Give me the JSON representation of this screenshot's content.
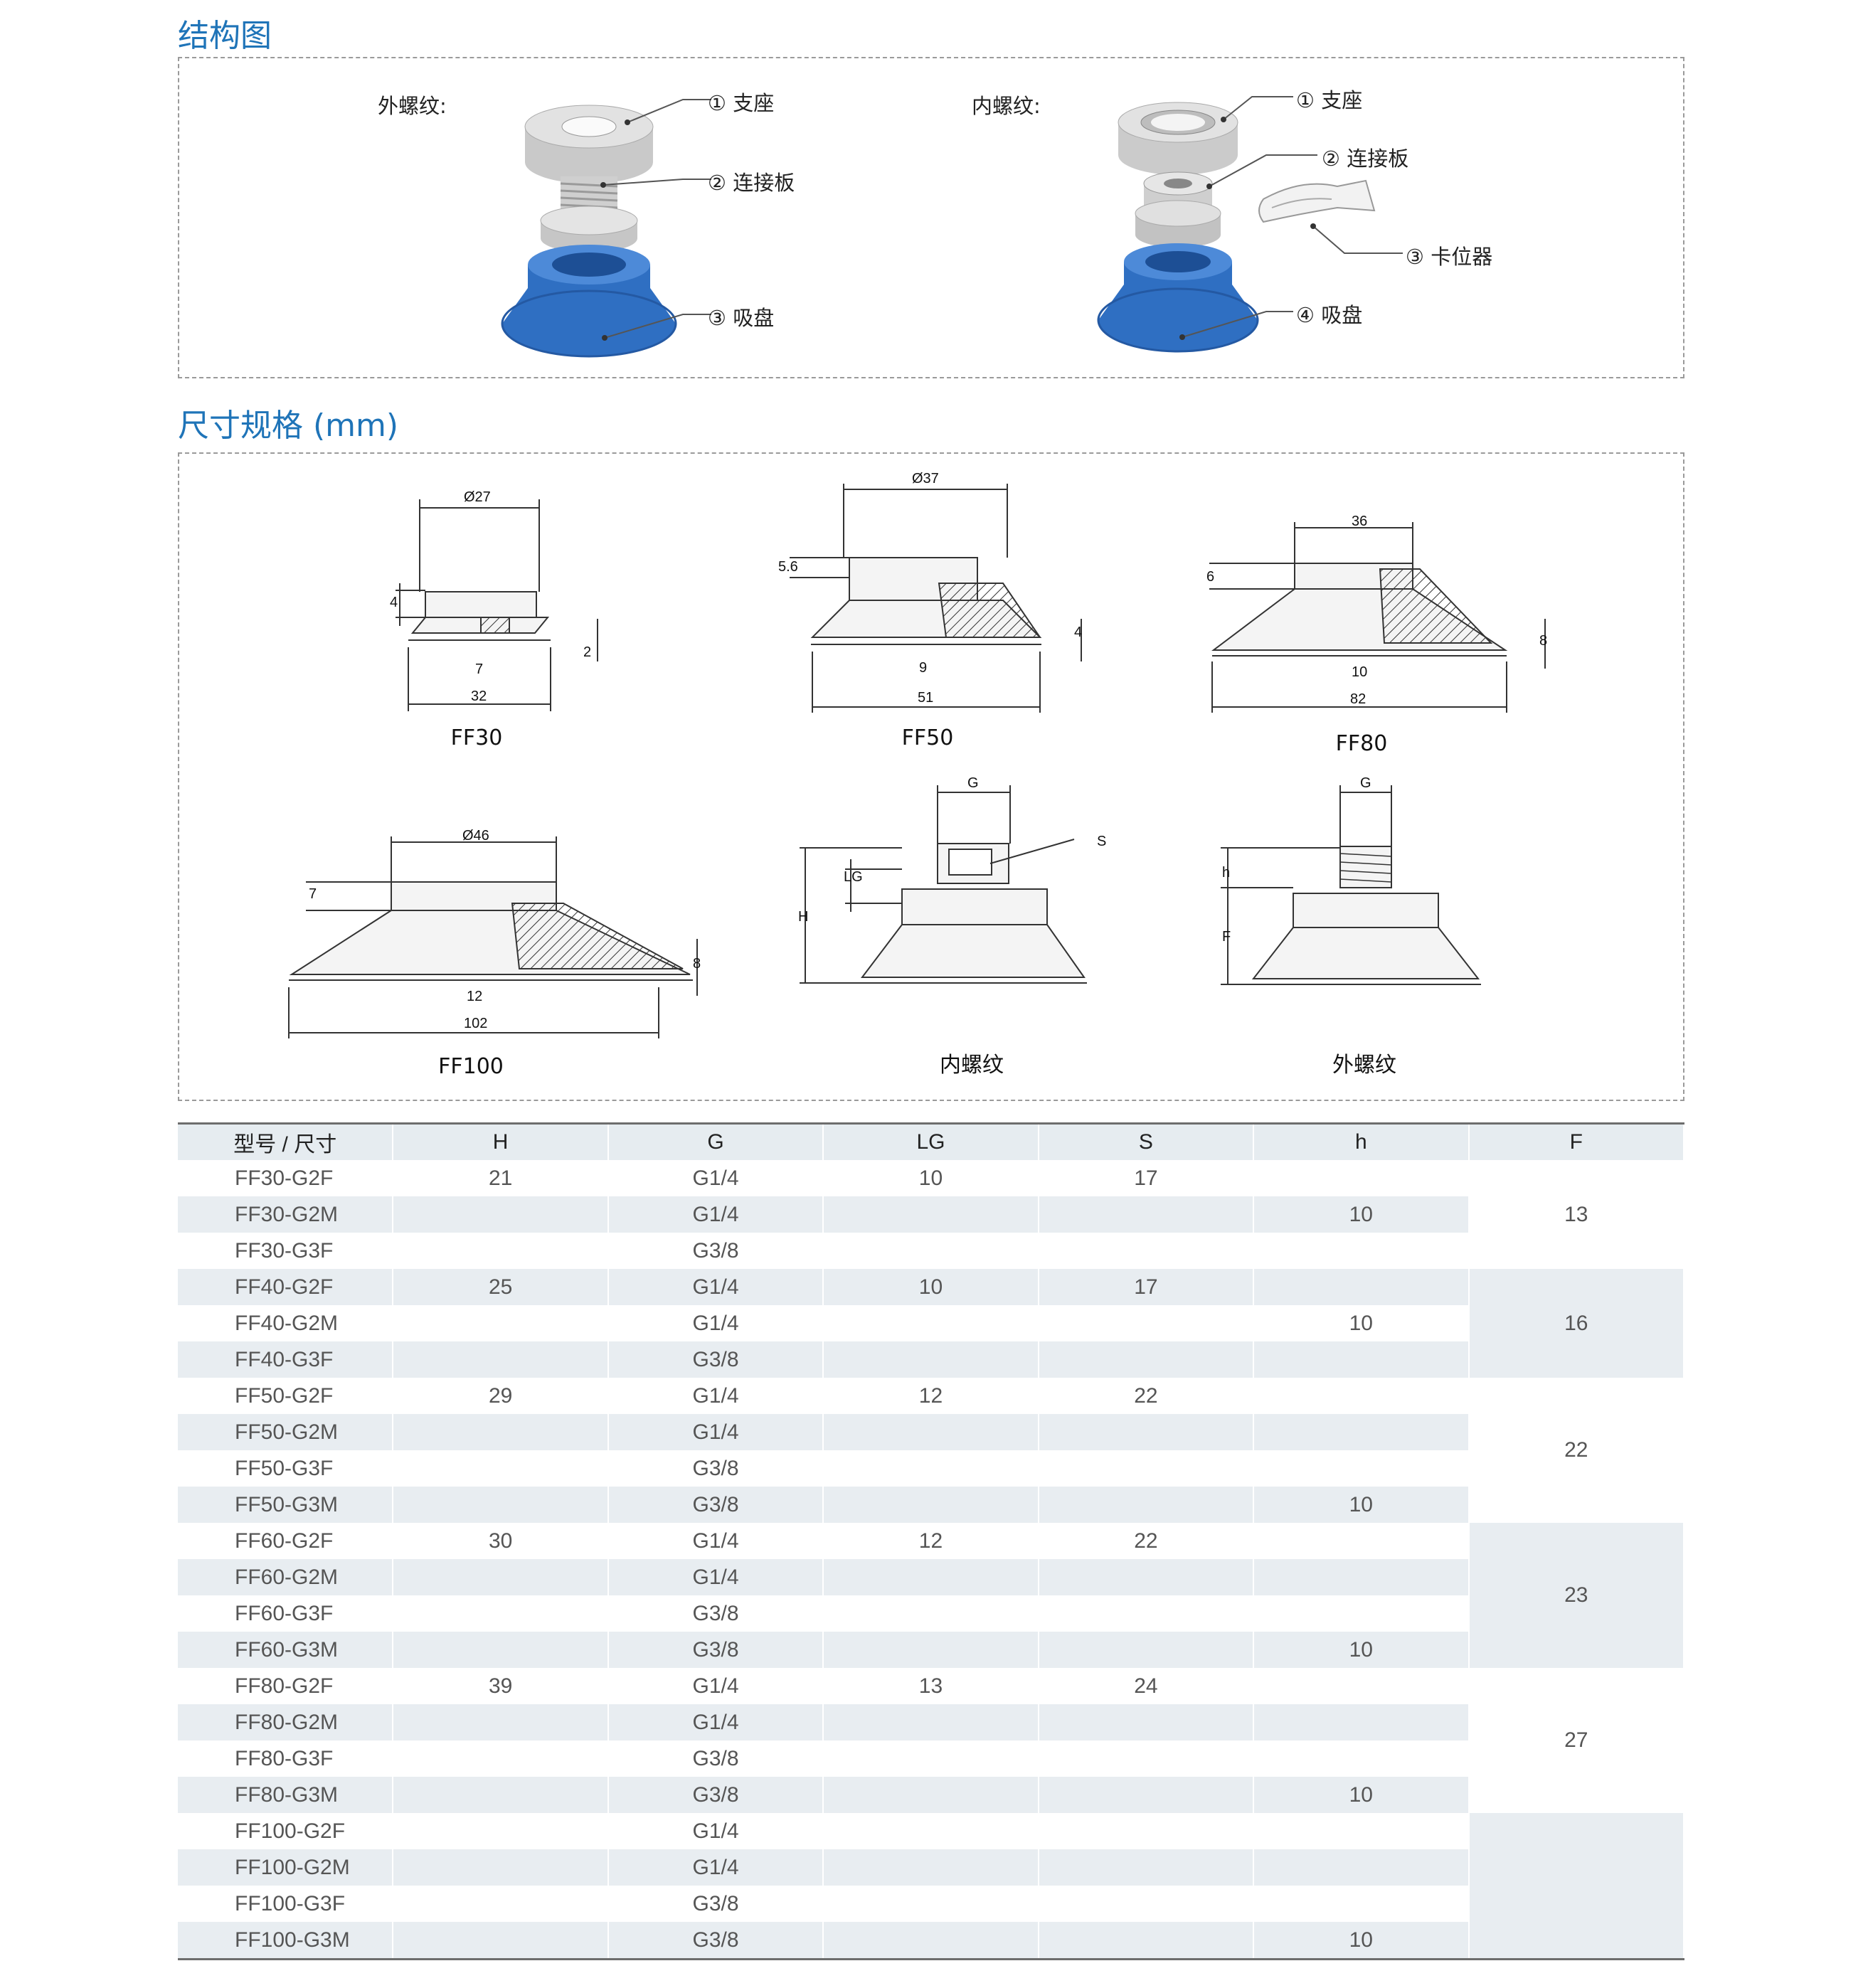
{
  "structure": {
    "title": "结构图",
    "external": {
      "label": "外螺纹:",
      "parts": [
        "① 支座",
        "② 连接板",
        "③ 吸盘"
      ]
    },
    "internal": {
      "label": "内螺纹:",
      "parts": [
        "① 支座",
        "② 连接板",
        "③ 卡位器",
        "④ 吸盘"
      ]
    },
    "colors": {
      "accent": "#1f74b8",
      "cup_blue": "#2e6fc0",
      "metal": "#d4d4d4"
    }
  },
  "dimensions": {
    "title": "尺寸规格 (mm)",
    "drawings": [
      {
        "name": "FF30",
        "labels": [
          "Ø27",
          "4",
          "2",
          "7",
          "32"
        ]
      },
      {
        "name": "FF50",
        "labels": [
          "Ø37",
          "5.6",
          "4",
          "9",
          "51"
        ]
      },
      {
        "name": "FF80",
        "labels": [
          "36",
          "6",
          "8",
          "10",
          "82"
        ]
      },
      {
        "name": "FF100",
        "labels": [
          "Ø46",
          "7",
          "8",
          "12",
          "102"
        ]
      },
      {
        "name": "内螺纹",
        "labels": [
          "G",
          "S",
          "LG",
          "H"
        ]
      },
      {
        "name": "外螺纹",
        "labels": [
          "G",
          "h",
          "F"
        ]
      }
    ]
  },
  "table": {
    "headers": [
      "型号 / 尺寸",
      "H",
      "G",
      "LG",
      "S",
      "h",
      "F"
    ],
    "rows": [
      [
        "FF30-G2F",
        "21",
        "G1/4",
        "10",
        "17",
        ""
      ],
      [
        "FF30-G2M",
        "",
        "G1/4",
        "",
        "",
        "10"
      ],
      [
        "FF30-G3F",
        "",
        "G3/8",
        "",
        "",
        ""
      ],
      [
        "FF40-G2F",
        "25",
        "G1/4",
        "10",
        "17",
        ""
      ],
      [
        "FF40-G2M",
        "",
        "G1/4",
        "",
        "",
        "10"
      ],
      [
        "FF40-G3F",
        "",
        "G3/8",
        "",
        "",
        ""
      ],
      [
        "FF50-G2F",
        "29",
        "G1/4",
        "12",
        "22",
        ""
      ],
      [
        "FF50-G2M",
        "",
        "G1/4",
        "",
        "",
        ""
      ],
      [
        "FF50-G3F",
        "",
        "G3/8",
        "",
        "",
        ""
      ],
      [
        "FF50-G3M",
        "",
        "G3/8",
        "",
        "",
        "10"
      ],
      [
        "FF60-G2F",
        "30",
        "G1/4",
        "12",
        "22",
        ""
      ],
      [
        "FF60-G2M",
        "",
        "G1/4",
        "",
        "",
        ""
      ],
      [
        "FF60-G3F",
        "",
        "G3/8",
        "",
        "",
        ""
      ],
      [
        "FF60-G3M",
        "",
        "G3/8",
        "",
        "",
        "10"
      ],
      [
        "FF80-G2F",
        "39",
        "G1/4",
        "13",
        "24",
        ""
      ],
      [
        "FF80-G2M",
        "",
        "G1/4",
        "",
        "",
        ""
      ],
      [
        "FF80-G3F",
        "",
        "G3/8",
        "",
        "",
        ""
      ],
      [
        "FF80-G3M",
        "",
        "G3/8",
        "",
        "",
        "10"
      ],
      [
        "FF100-G2F",
        "",
        "G1/4",
        "",
        "",
        ""
      ],
      [
        "FF100-G2M",
        "",
        "G1/4",
        "",
        "",
        ""
      ],
      [
        "FF100-G3F",
        "",
        "G3/8",
        "",
        "",
        ""
      ],
      [
        "FF100-G3M",
        "",
        "G3/8",
        "",
        "",
        "10"
      ]
    ],
    "f_groups": [
      {
        "value": "13",
        "rows": 3
      },
      {
        "value": "16",
        "rows": 3
      },
      {
        "value": "22",
        "rows": 4
      },
      {
        "value": "23",
        "rows": 4
      },
      {
        "value": "27",
        "rows": 4
      },
      {
        "value": "",
        "rows": 4
      }
    ]
  }
}
